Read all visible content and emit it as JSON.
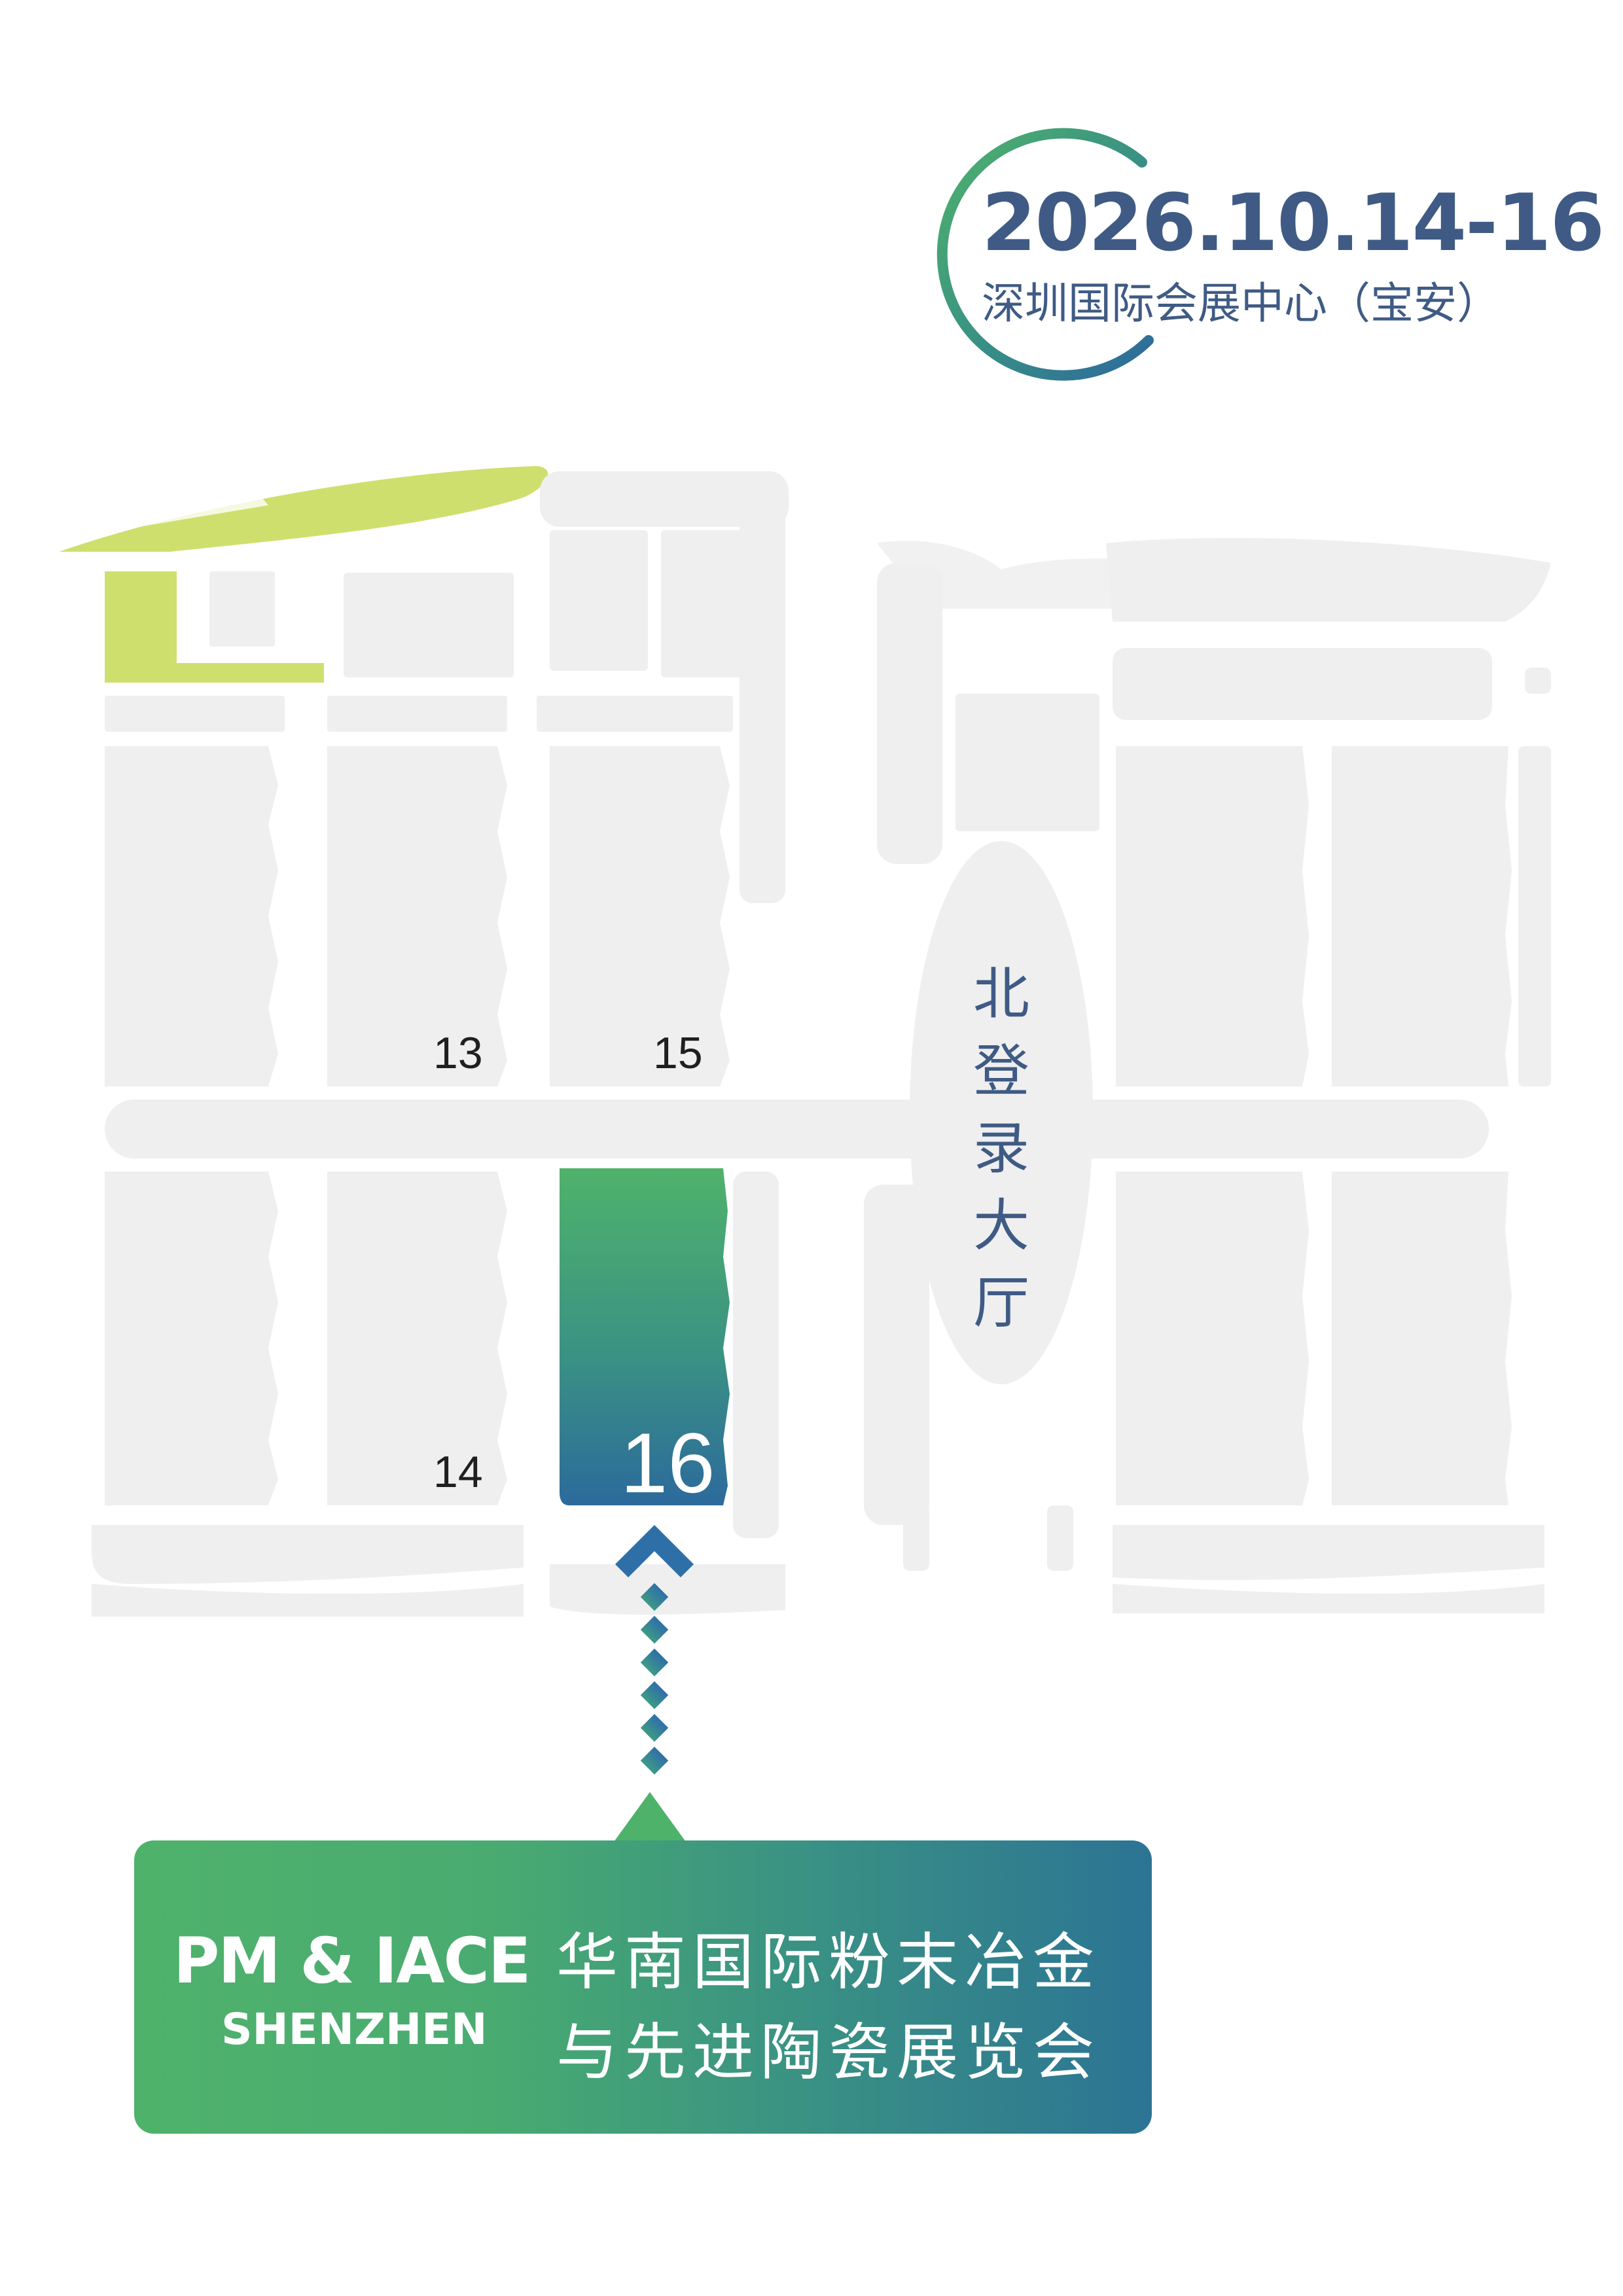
{
  "header": {
    "date": "2026.10.14-16",
    "venue": "深圳国际会展中心（宝安）"
  },
  "map": {
    "halls": [
      {
        "id": "13",
        "label": "13"
      },
      {
        "id": "15",
        "label": "15"
      },
      {
        "id": "14",
        "label": "14"
      },
      {
        "id": "16",
        "label": "16",
        "highlighted": true
      }
    ],
    "lobby_label": "北登录大厅"
  },
  "event": {
    "title_en": "PM & IACE",
    "subtitle_en": "SHENZHEN",
    "name_cn_line1": "华南国际粉末冶金",
    "name_cn_line2": "与先进陶瓷展览会"
  },
  "colors": {
    "map_gray": "#efefef",
    "lime": "#cfdf6e",
    "green": "#4fb26b",
    "blue": "#2c7494",
    "navy_text": "#3f5b85",
    "arrow_blue": "#2f6fa8",
    "dot_teal": "#3d9a86"
  },
  "icons": [
    "chevron-up-icon",
    "dotted-path-icon",
    "ring-logo-icon"
  ]
}
